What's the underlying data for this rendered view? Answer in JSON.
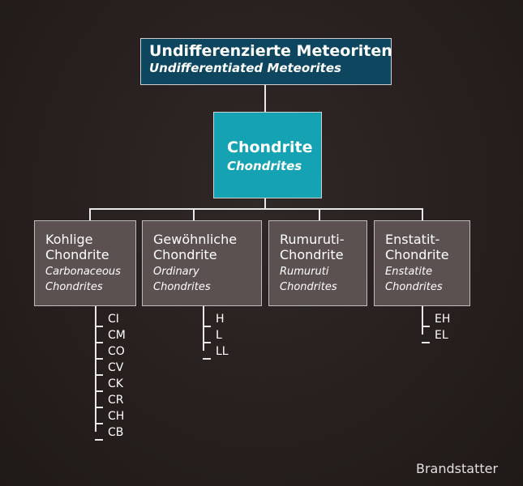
{
  "root": {
    "de": "Undifferenzierte Meteoriten",
    "en": "Undifferentiated Meteorites"
  },
  "center": {
    "de": "Chondrite",
    "en": "Chondrites"
  },
  "categories": [
    {
      "de": "Kohlige\nChondrite",
      "en": "Carbonaceous\nChondrites",
      "codes": [
        "CI",
        "CM",
        "CO",
        "CV",
        "CK",
        "CR",
        "CH",
        "CB"
      ]
    },
    {
      "de": "Gewöhnliche\nChondrite",
      "en": "Ordinary\nChondrites",
      "codes": [
        "H",
        "L",
        "LL"
      ]
    },
    {
      "de": "Rumuruti-\nChondrite",
      "en": "Rumuruti\nChondrites",
      "codes": []
    },
    {
      "de": "Enstatit-\nChondrite",
      "en": "Enstatite\nChondrites",
      "codes": [
        "EH",
        "EL"
      ]
    }
  ],
  "watermark": "Brandstatter",
  "colors": {
    "root_box": "#0e4660",
    "center_box": "#15a3b3",
    "category_box": "#5a5150",
    "background": "#261f1d"
  }
}
